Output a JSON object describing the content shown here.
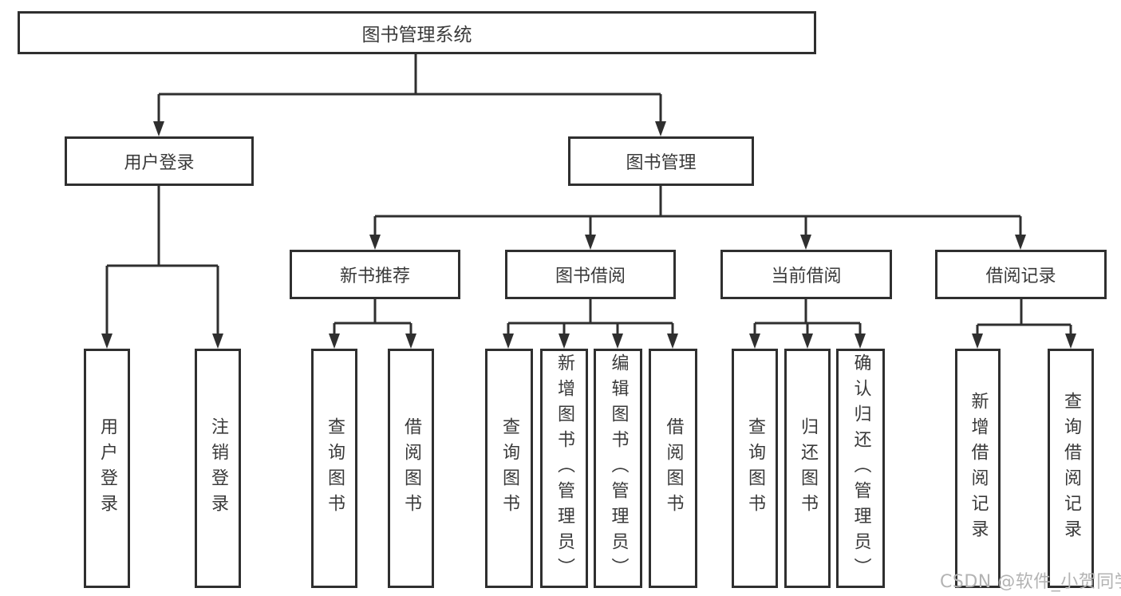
{
  "tree": {
    "label": "图书管理系统",
    "children": [
      {
        "label": "用户登录",
        "children": [
          {
            "label": "用户登录"
          },
          {
            "label": "注销登录"
          }
        ]
      },
      {
        "label": "图书管理",
        "children": [
          {
            "label": "新书推荐",
            "children": [
              {
                "label": "查询图书"
              },
              {
                "label": "借阅图书"
              }
            ]
          },
          {
            "label": "图书借阅",
            "children": [
              {
                "label": "查询图书"
              },
              {
                "label": "新增图书（管理员）"
              },
              {
                "label": "编辑图书（管理员）"
              },
              {
                "label": "借阅图书"
              }
            ]
          },
          {
            "label": "当前借阅",
            "children": [
              {
                "label": "查询图书"
              },
              {
                "label": "归还图书"
              },
              {
                "label": "确认归还（管理员）"
              }
            ]
          },
          {
            "label": "借阅记录",
            "children": [
              {
                "label": "新增借阅记录"
              },
              {
                "label": "查询借阅记录"
              }
            ]
          }
        ]
      }
    ]
  },
  "watermark": "CSDN @软件_小贺同学",
  "colors": {
    "line": "#2f2f2f",
    "text": "#3a3a3a",
    "watermark": "#b3b3b3",
    "background": "#ffffff"
  }
}
